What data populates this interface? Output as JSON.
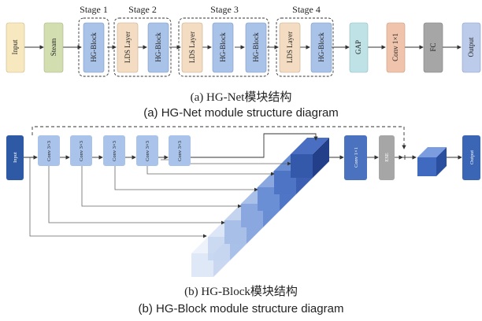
{
  "part_a": {
    "stages": [
      "Stage 1",
      "Stage 2",
      "Stage 3",
      "Stage 4"
    ],
    "boxes": {
      "input": "Input",
      "steam": "Steam",
      "hg_block": "HG-Block",
      "lds_layer": "LDS Layer",
      "gap": "GAP",
      "conv": "Conv 1×1",
      "fc": "FC",
      "output": "Output"
    },
    "caption_cn": "(a) HG-Net模块结构",
    "caption_en": "(a) HG-Net module structure diagram"
  },
  "part_b": {
    "boxes": {
      "input": "Input",
      "conv3": "Conv 3×3",
      "conv1": "Conv 1×1",
      "ese": "ESE",
      "output": "Output"
    },
    "caption_cn": "(b) HG-Block模块结构",
    "caption_en": "(b) HG-Block module structure diagram"
  },
  "colors": {
    "input_a": "#f7e8bf",
    "steam": "#d2ddb0",
    "hg_block": "#a9c2e8",
    "lds_layer": "#f3dcc2",
    "gap": "#bfe2e6",
    "conv_a": "#f0c4ac",
    "fc": "#a6a6a6",
    "output_a": "#bccbe9",
    "input_b": "#2e5aa5",
    "conv3_b": "#a9c3ea",
    "conv1_b": "#4a72be",
    "ese_b": "#a6a6a6",
    "output_b": "#3a66b5"
  }
}
